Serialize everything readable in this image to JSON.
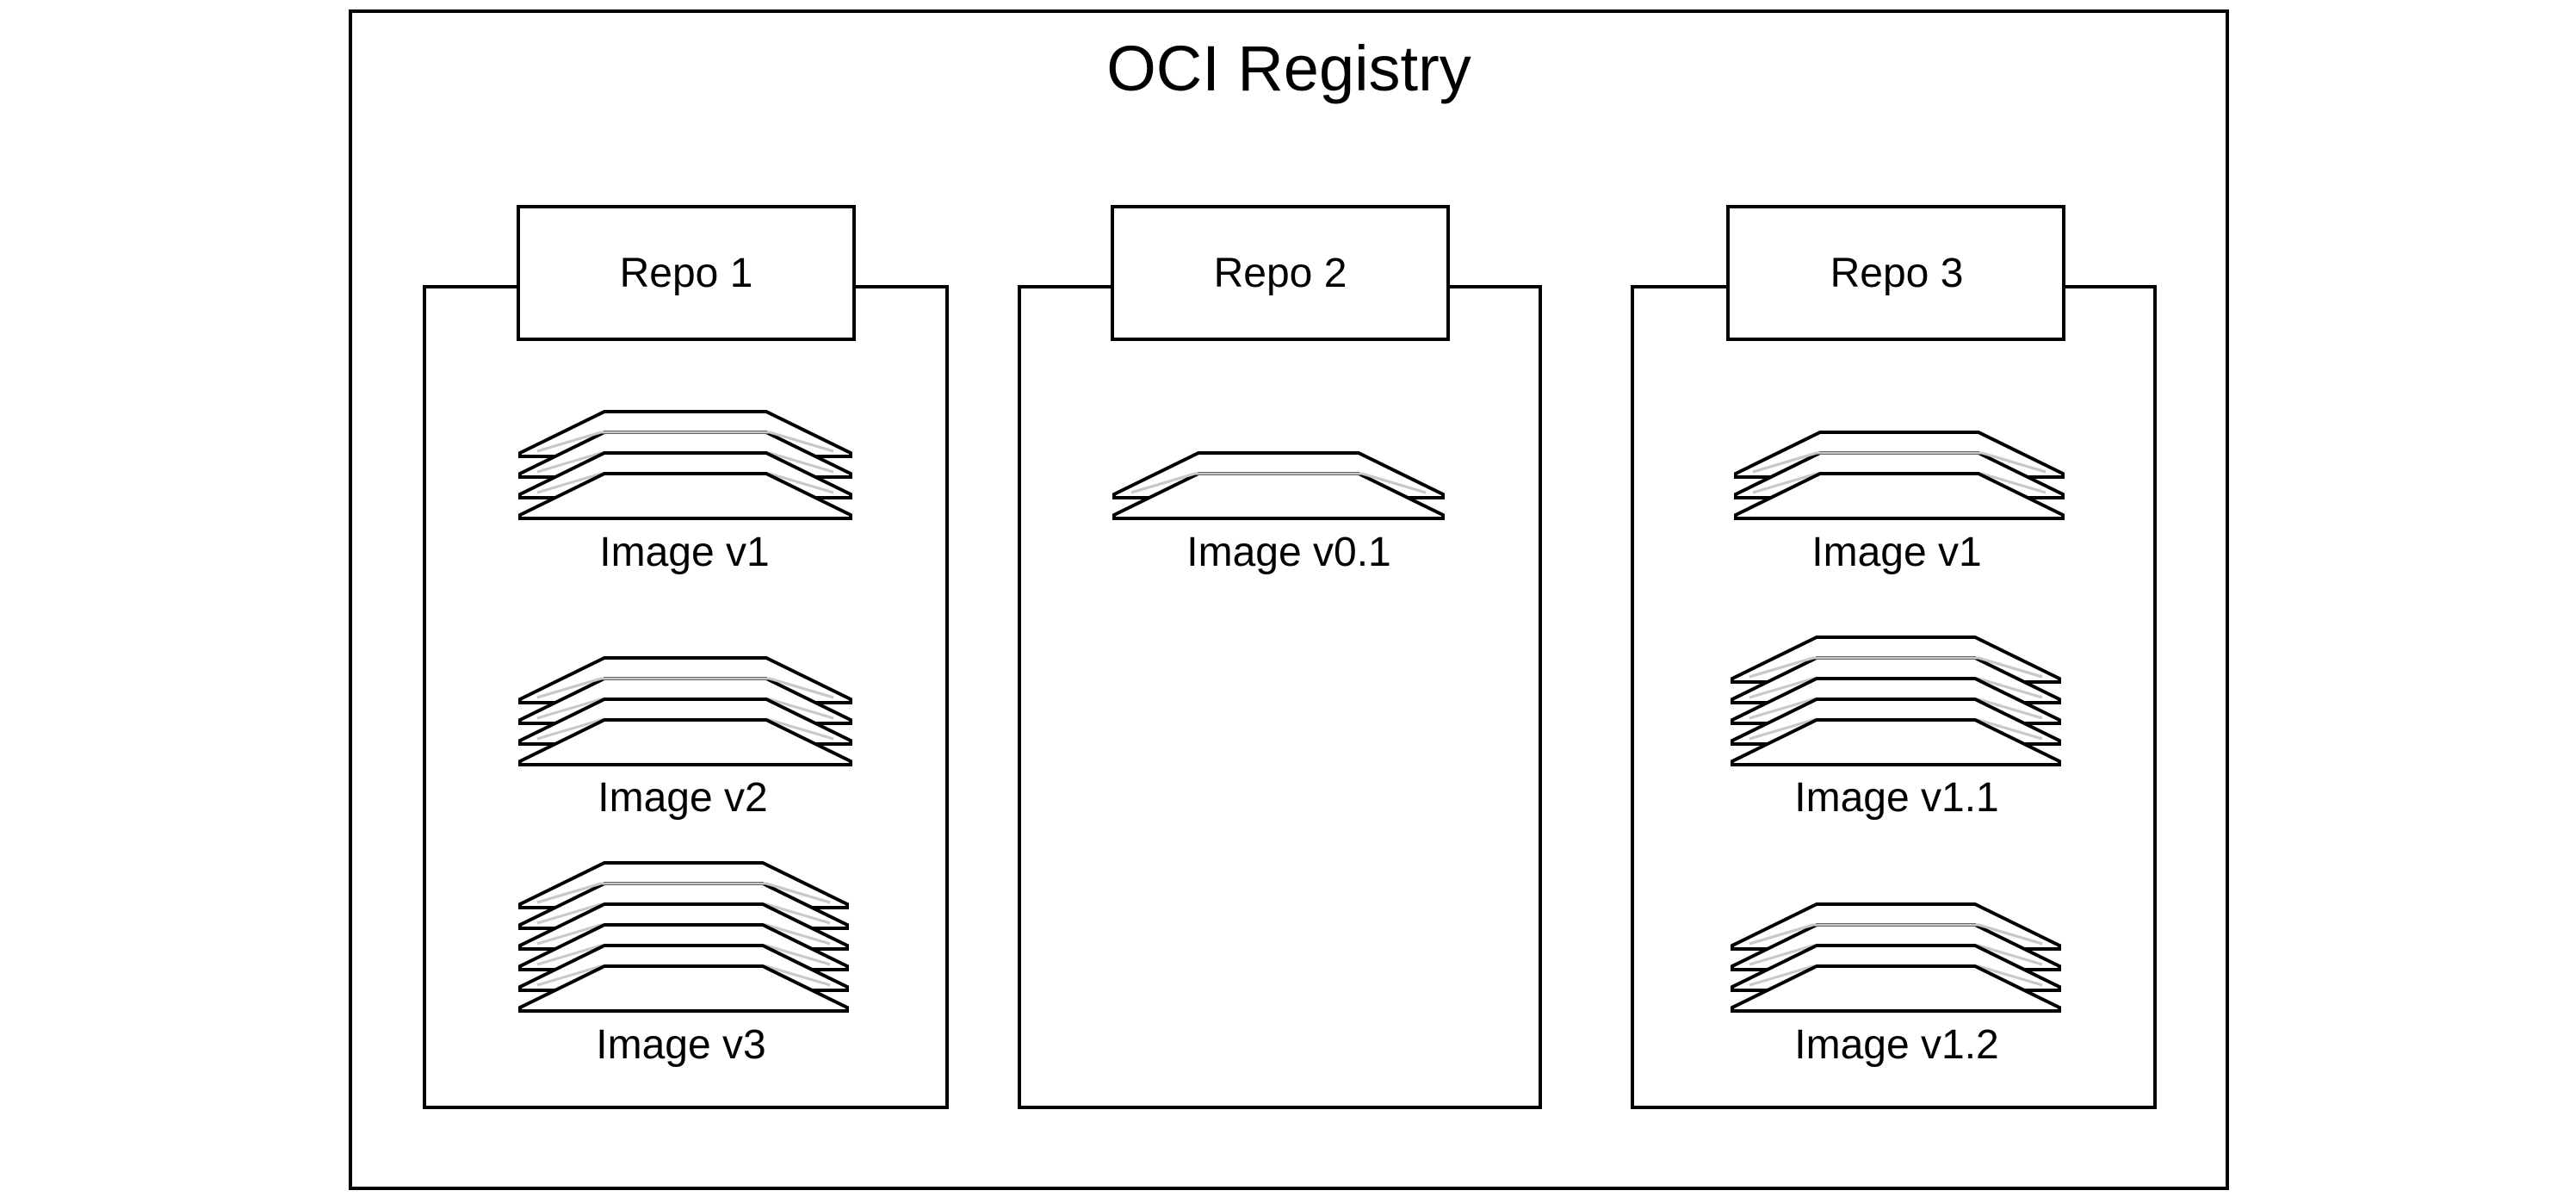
{
  "registry": {
    "title": "OCI Registry"
  },
  "repos": [
    {
      "name": "Repo 1",
      "images": [
        {
          "label": "Image v1",
          "layers": 4
        },
        {
          "label": "Image v2",
          "layers": 4
        },
        {
          "label": "Image v3",
          "layers": 6
        }
      ]
    },
    {
      "name": "Repo 2",
      "images": [
        {
          "label": "Image v0.1",
          "layers": 2
        }
      ]
    },
    {
      "name": "Repo 3",
      "images": [
        {
          "label": "Image v1",
          "layers": 3
        },
        {
          "label": "Image v1.1",
          "layers": 5
        },
        {
          "label": "Image v1.2",
          "layers": 4
        }
      ]
    }
  ],
  "colors": {
    "stroke": "#000000",
    "inner_layer_stroke": "#c8c8c8",
    "background": "#ffffff"
  }
}
